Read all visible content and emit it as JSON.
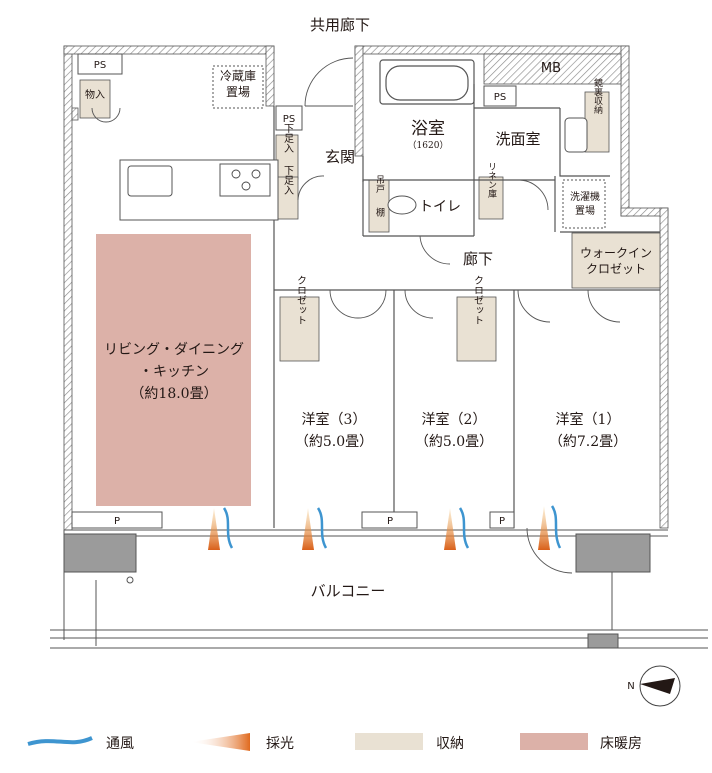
{
  "corridor": {
    "label": "共用廊下"
  },
  "rooms": {
    "ldk": {
      "line1": "リビング・ダイニング",
      "line2": "・キッチン",
      "area": "（約18.0畳）"
    },
    "bath": {
      "name": "浴室",
      "size": "（1620）"
    },
    "washroom": {
      "name": "洗面室"
    },
    "entrance": {
      "name": "玄関"
    },
    "toilet": {
      "name": "トイレ"
    },
    "hallway": {
      "name": "廊下"
    },
    "western3": {
      "name": "洋室（3）",
      "area": "（約5.0畳）"
    },
    "western2": {
      "name": "洋室（2）",
      "area": "（約5.0畳）"
    },
    "western1": {
      "name": "洋室（1）",
      "area": "（約7.2畳）"
    },
    "balcony": {
      "name": "バルコニー"
    },
    "mb": {
      "name": "MB"
    }
  },
  "storage": {
    "mono_ire": "物入",
    "fridge_l1": "冷蔵庫",
    "fridge_l2": "置場",
    "shoe_a": "下足入",
    "shoe_b": "下足入",
    "hanging_a": "吊戸",
    "hanging_b": "棚",
    "linen": "リネン庫",
    "mirror": "鏡裏収納",
    "washer_l1": "洗濯機",
    "washer_l2": "置場",
    "walkin_l1": "ウォークイン",
    "walkin_l2": "クロゼット",
    "closet_a": "クロゼット",
    "closet_b": "クロゼット"
  },
  "shafts": {
    "ps_a": "PS",
    "ps_b": "PS",
    "ps_c": "PS"
  },
  "balcony_marks": {
    "p1": "P",
    "p2": "P",
    "p3": "P"
  },
  "legend": {
    "ventilation": "通風",
    "daylight": "採光",
    "storage": "収納",
    "floor_heating": "床暖房"
  },
  "compass": {
    "north": "N"
  },
  "colors": {
    "floor_heating": "#dcb1a8",
    "storage": "#e9e1d3",
    "wall": "#878787",
    "wind_blue": "#3e95d0",
    "light_orange": "#e57b22"
  }
}
